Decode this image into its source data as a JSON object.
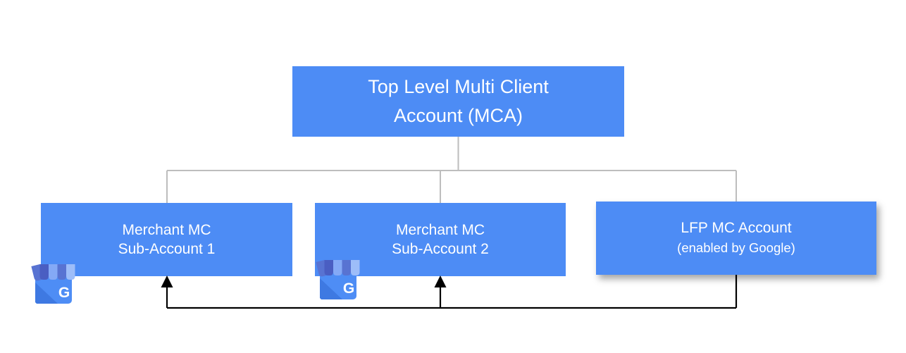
{
  "diagram": {
    "type": "account-hierarchy",
    "nodes": {
      "mca": {
        "line1": "Top Level Multi Client",
        "line2": "Account (MCA)"
      },
      "sub1": {
        "line1": "Merchant MC",
        "line2": "Sub-Account 1"
      },
      "sub2": {
        "line1": "Merchant MC",
        "line2": "Sub-Account 2"
      },
      "lfp": {
        "line1": "LFP MC Account",
        "line2": "(enabled by Google)"
      }
    },
    "icons": {
      "google_business": {
        "name": "google-business-storefront-icon",
        "letter": "G",
        "attached_to": [
          "sub1",
          "sub2"
        ]
      }
    },
    "colors": {
      "node_fill": "#4d8cf5",
      "node_text": "#ffffff",
      "tree_connector": "#bdbdbd",
      "flow_connector": "#000000",
      "icon_body": "#4e8df5",
      "icon_fold": "#3e79e2",
      "icon_awning_droop": "#5873d2",
      "icon_awning_dark": "#4a5ec2",
      "icon_awning_light": "#84a9f6",
      "icon_awning_lighter": "#9dbdf9",
      "icon_letter": "#ffffff"
    }
  }
}
